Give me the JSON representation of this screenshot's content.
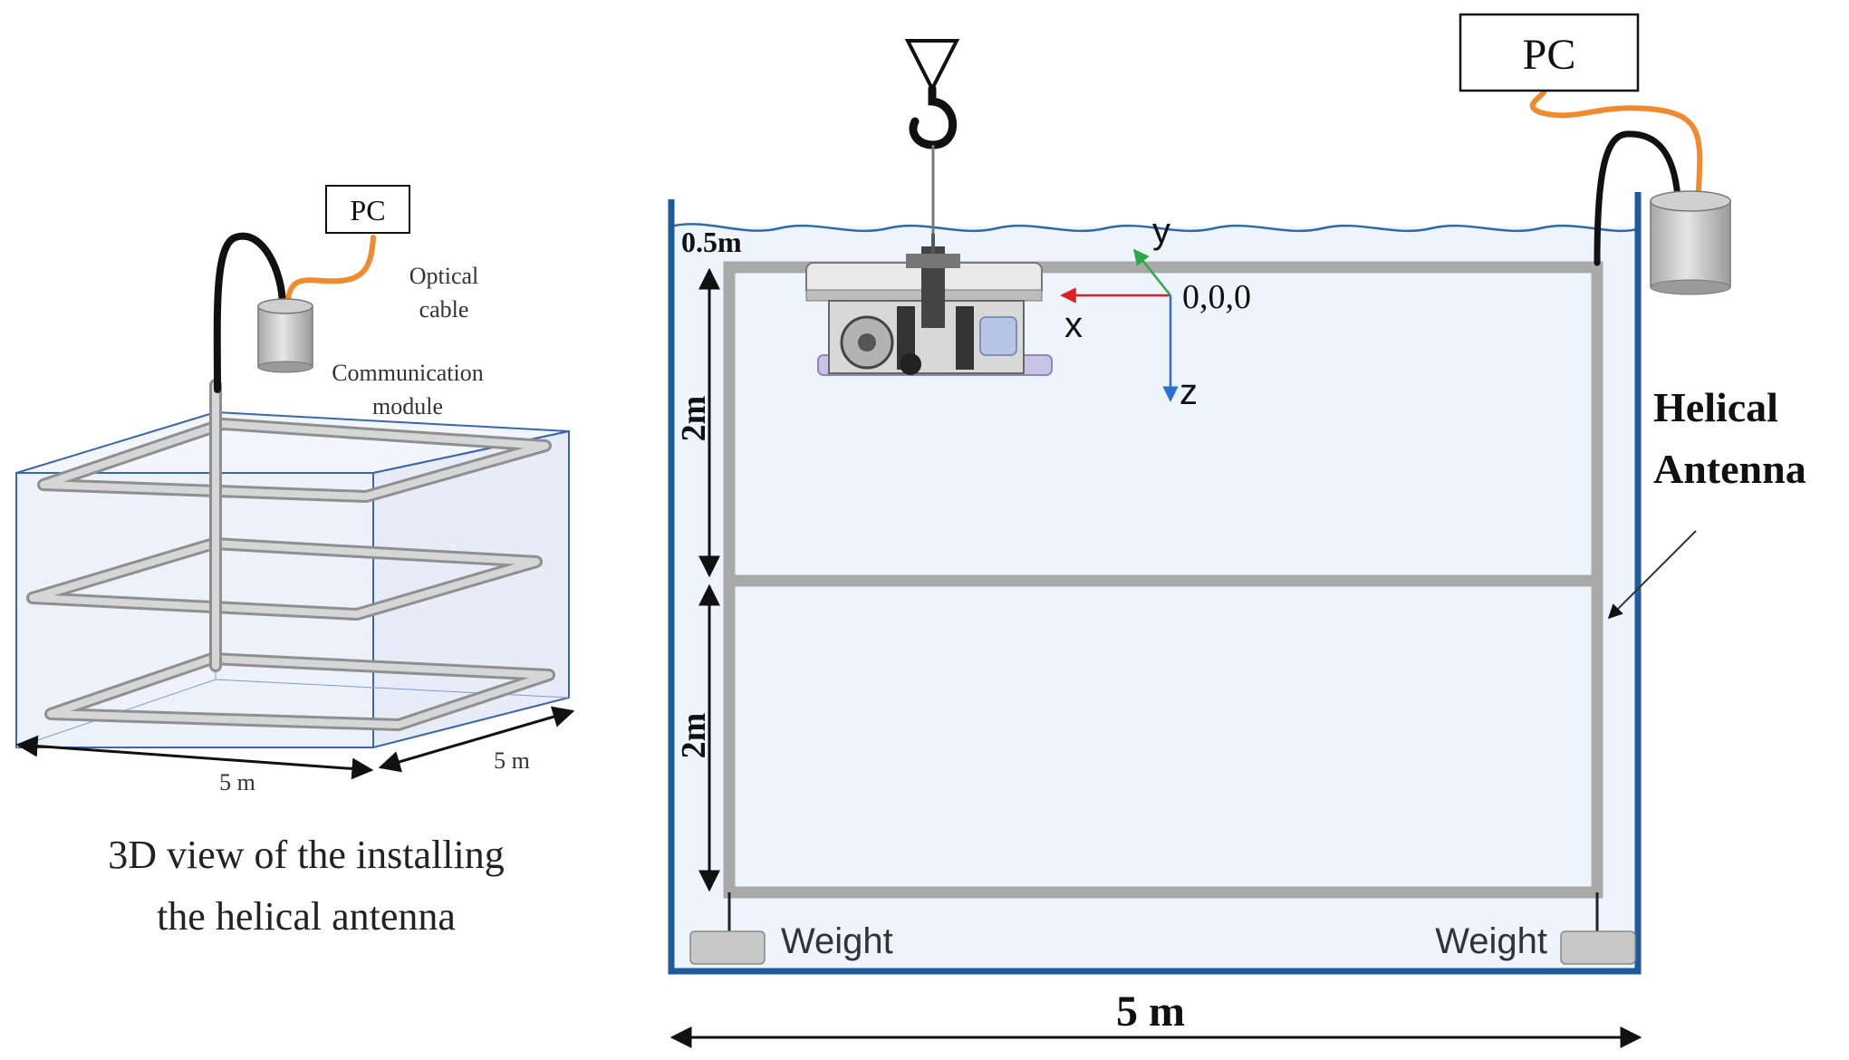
{
  "left_view": {
    "pc_label": "PC",
    "optical_cable_label_line1": "Optical",
    "optical_cable_label_line2": "cable",
    "communication_module_label_line1": "Communication",
    "communication_module_label_line2": "module",
    "width_dimension_label": "5 m",
    "depth_dimension_label": "5 m",
    "caption_line1": "3D view of the installing",
    "caption_line2": "the helical antenna"
  },
  "right_view": {
    "pc_label": "PC",
    "surface_gap_label": "0.5m",
    "upper_depth_label": "2m",
    "lower_depth_label": "2m",
    "axis_y_label": "y",
    "axis_x_label": "x",
    "axis_z_label": "z",
    "origin_label": "0,0,0",
    "antenna_label_line1": "Helical",
    "antenna_label_line2": "Antenna",
    "weight_left_label": "Weight",
    "weight_right_label": "Weight",
    "tank_width_label": "5 m"
  },
  "colors": {
    "tank_wall": "#1f5a9c",
    "water_fill": "#eef4fb",
    "water_surface": "#2f6aa8",
    "antenna_frame": "#a9a9a9",
    "optical_cable": "#f08a2c",
    "data_cable": "#111111",
    "module_body": "#d0d0d0",
    "axis_x": "#e02020",
    "axis_y": "#2fa84a",
    "axis_z": "#2b6fd6",
    "box_edge": "#3a66b0"
  }
}
